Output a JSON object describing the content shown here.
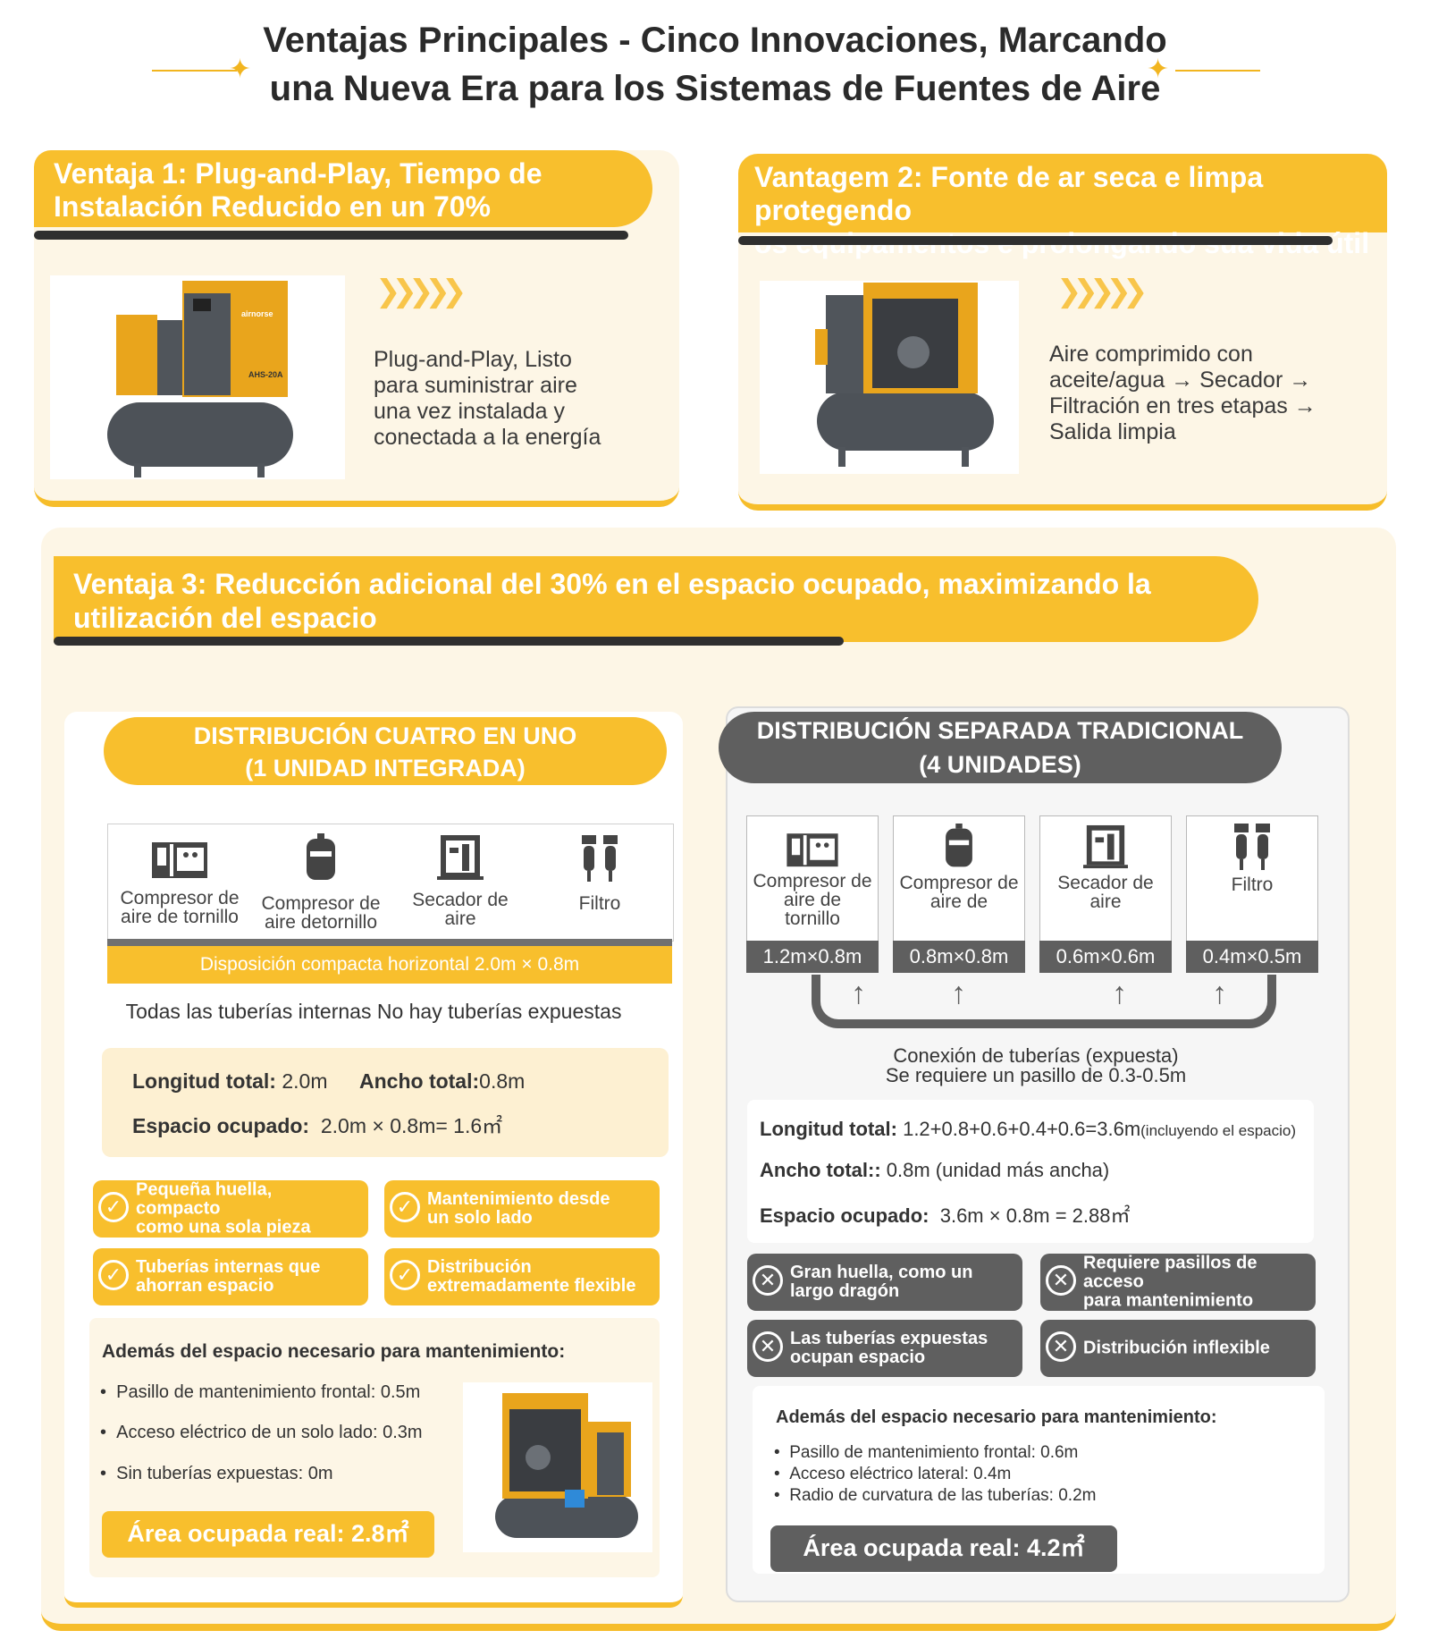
{
  "header": {
    "title_line1": "Ventajas Principales - Cinco Innovaciones, Marcando",
    "title_line2": "una Nueva Era para los Sistemas de Fuentes de Aire"
  },
  "adv1": {
    "title_line1": "Ventaja 1: Plug-and-Play, Tiempo de",
    "title_line2": "Instalación Reducido en un 70%",
    "machine_brand": "airnorse",
    "machine_model": "AHS-20A",
    "text": [
      "Plug-and-Play, Listo",
      "para suministrar aire",
      "una vez instalada y",
      "conectada a la energía"
    ]
  },
  "adv2": {
    "title_line1": "Vantagem 2: Fonte de ar seca e limpa protegendo",
    "title_line2": "os equipamentos e prolongando sua vida útil",
    "text": [
      "Aire comprimido con",
      "aceite/agua → Secador →",
      "Filtración en tres etapas →",
      "Salida limpia"
    ]
  },
  "adv3": {
    "title_line1": "Ventaja 3: Reducción adicional del 30% en el espacio ocupado, maximizando la",
    "title_line2": "utilización del espacio",
    "integrated": {
      "pill_line1": "DISTRIBUCIÓN CUATRO EN UNO",
      "pill_line2": "(1 UNIDAD INTEGRADA)",
      "components": [
        {
          "icon": "compressor-icon",
          "l1": "Compresor de",
          "l2": "aire de tornillo"
        },
        {
          "icon": "tank-icon",
          "l1": "Compresor de",
          "l2": "aire detornillo"
        },
        {
          "icon": "dryer-icon",
          "l1": "Secador de",
          "l2": "aire"
        },
        {
          "icon": "filter-icon",
          "l1": "Filtro",
          "l2": ""
        }
      ],
      "layout_label": "Disposición compacta horizontal 2.0m × 0.8m",
      "pipes_note": "Todas las tuberías internas No hay tuberías expuestas",
      "length_label": "Longitud total:",
      "length_value": "2.0m",
      "width_label": "Ancho total:",
      "width_value": "0.8m",
      "space_label": "Espacio ocupado:",
      "space_value": "2.0m × 0.8m= 1.6㎡",
      "features": [
        {
          "l1": "Pequeña huella, compacto",
          "l2": "como una sola pieza"
        },
        {
          "l1": "Mantenimiento desde",
          "l2": "un solo lado"
        },
        {
          "l1": "Tuberías internas que",
          "l2": "ahorran espacio"
        },
        {
          "l1": "Distribución",
          "l2": "extremadamente flexible"
        }
      ],
      "maint_title": "Además del espacio necesario para mantenimiento:",
      "maint_items": [
        "Pasillo de mantenimiento frontal: 0.5m",
        "Acceso eléctrico de un solo lado: 0.3m",
        "Sin tuberías expuestas: 0m"
      ],
      "real_area": "Área ocupada real: 2.8㎡"
    },
    "separate": {
      "pill_line1": "DISTRIBUCIÓN SEPARADA TRADICIONAL",
      "pill_line2": "(4 UNIDADES)",
      "units": [
        {
          "icon": "compressor-icon",
          "l1": "Compresor de",
          "l2": "aire de",
          "l3": "tornillo",
          "dim": "1.2m×0.8m"
        },
        {
          "icon": "tank-icon",
          "l1": "Compresor de",
          "l2": "aire de",
          "l3": "",
          "dim": "0.8m×0.8m"
        },
        {
          "icon": "dryer-icon",
          "l1": "Secador de",
          "l2": "aire",
          "l3": "",
          "dim": "0.6m×0.6m"
        },
        {
          "icon": "filter-icon",
          "l1": "Filtro",
          "l2": "",
          "l3": "",
          "dim": "0.4m×0.5m"
        }
      ],
      "pipe_line1": "Conexión de tuberías (expuesta)",
      "pipe_line2": "Se requiere un pasillo de 0.3-0.5m",
      "length_label": "Longitud total:",
      "length_value": "1.2+0.8+0.6+0.4+0.6=3.6m",
      "length_note": "(incluyendo el espacio)",
      "width_label": "Ancho total::",
      "width_value": "0.8m (unidad más ancha)",
      "space_label": "Espacio ocupado:",
      "space_value": "3.6m × 0.8m = 2.88㎡",
      "features": [
        {
          "l1": "Gran huella, como un",
          "l2": "largo dragón"
        },
        {
          "l1": "Requiere pasillos de acceso",
          "l2": "para mantenimiento"
        },
        {
          "l1": "Las tuberías expuestas",
          "l2": "ocupan espacio"
        },
        {
          "l1": "Distribución inflexible",
          "l2": ""
        }
      ],
      "maint_title": "Además del espacio necesario para mantenimiento:",
      "maint_items": [
        "Pasillo de mantenimiento frontal: 0.6m",
        "Acceso eléctrico lateral: 0.4m",
        "Radio de curvatura de las tuberías: 0.2m"
      ],
      "real_area": "Área ocupada real: 4.2㎡"
    }
  },
  "colors": {
    "accent": "#f8bf2d",
    "dark": "#2f2f2f",
    "gray": "#5f5f5f",
    "panel": "#fdf6e6"
  }
}
